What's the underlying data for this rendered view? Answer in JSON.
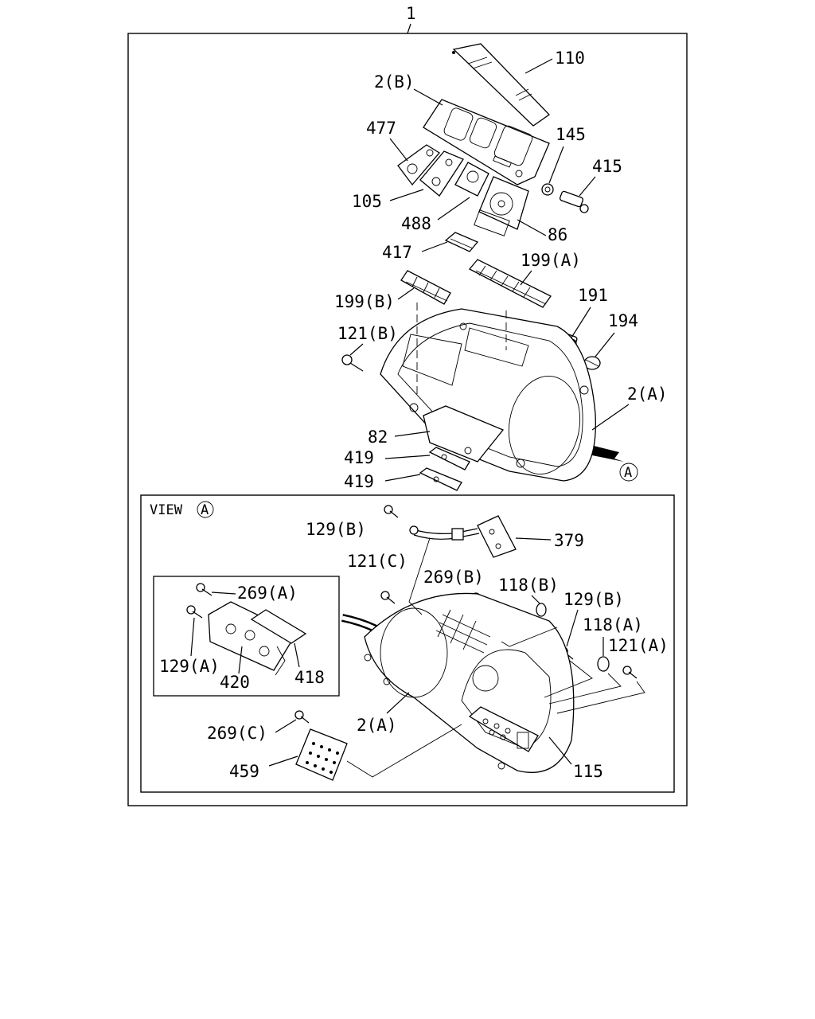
{
  "title_number": "1",
  "view_label": "VIEW",
  "view_marker": "A",
  "callouts": {
    "c110": "110",
    "c2b": "2(B)",
    "c477": "477",
    "c145": "145",
    "c415": "415",
    "c105": "105",
    "c488": "488",
    "c86": "86",
    "c417": "417",
    "c199a": "199(A)",
    "c199b": "199(B)",
    "c191": "191",
    "c194": "194",
    "c121b": "121(B)",
    "c2a_top": "2(A)",
    "c82": "82",
    "c419a": "419",
    "c419b": "419",
    "marker_a": "A",
    "c129b_1": "129(B)",
    "c379": "379",
    "c121c": "121(C)",
    "c269b": "269(B)",
    "c118b": "118(B)",
    "c129b_2": "129(B)",
    "c118a": "118(A)",
    "c121a": "121(A)",
    "c269a": "269(A)",
    "c129a": "129(A)",
    "c420": "420",
    "c418": "418",
    "c2a_view": "2(A)",
    "c269c": "269(C)",
    "c459": "459",
    "c115": "115"
  }
}
